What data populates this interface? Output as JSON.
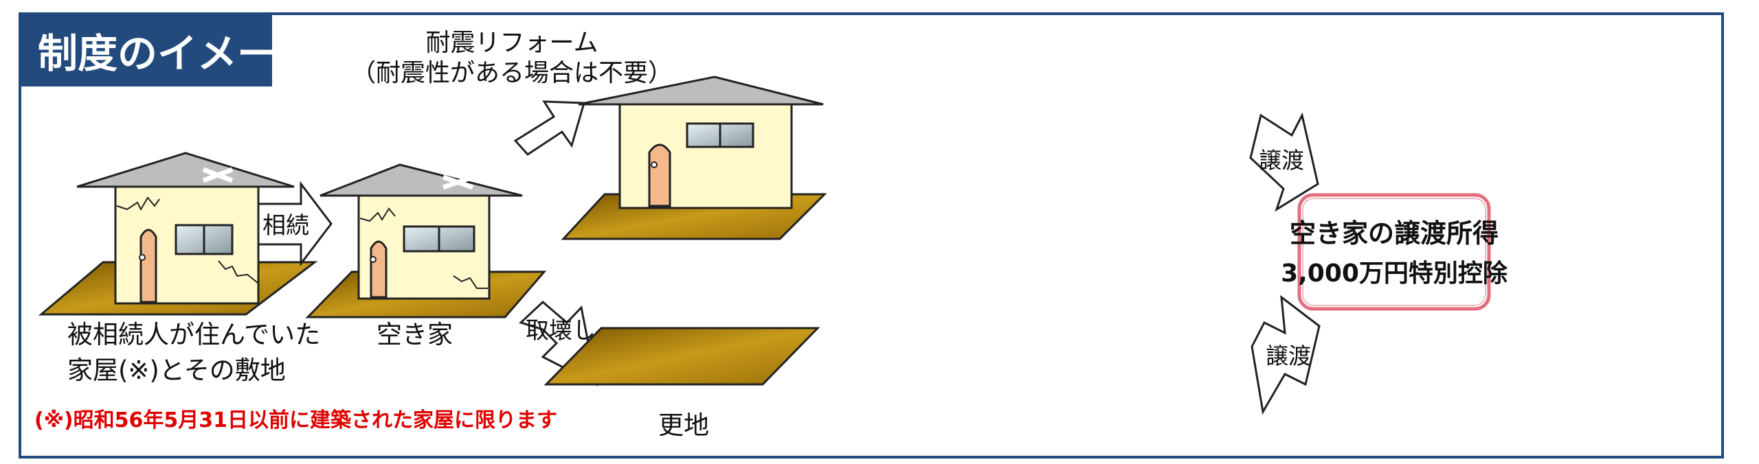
{
  "title": "制度のイメージ",
  "house1_label": [
    "被相続人が住んでいた",
    "家屋(※)とその敷地"
  ],
  "inherit_arrow": "相続",
  "house2_label": "空き家",
  "reform_label": [
    "耐震リフォーム",
    "（耐震性がある場合は不要）"
  ],
  "demolish_arrow": "取壊し",
  "vacant_land_label": "更地",
  "transfer_arrow_upper": "譲渡",
  "transfer_arrow_lower": "譲渡",
  "result_box": [
    "空き家の譲渡所得",
    "3,000万円特別控除"
  ],
  "footnote": "(※)昭和56年5月31日以前に建築された家屋に限ります",
  "colors": {
    "frame": "#234a7c",
    "roof": "#bdbdbd",
    "wall": "#fff9cc",
    "door": "#f4b98a",
    "ground": "#b58a10",
    "result_border": "#e07080",
    "footnote": "#e00000"
  }
}
